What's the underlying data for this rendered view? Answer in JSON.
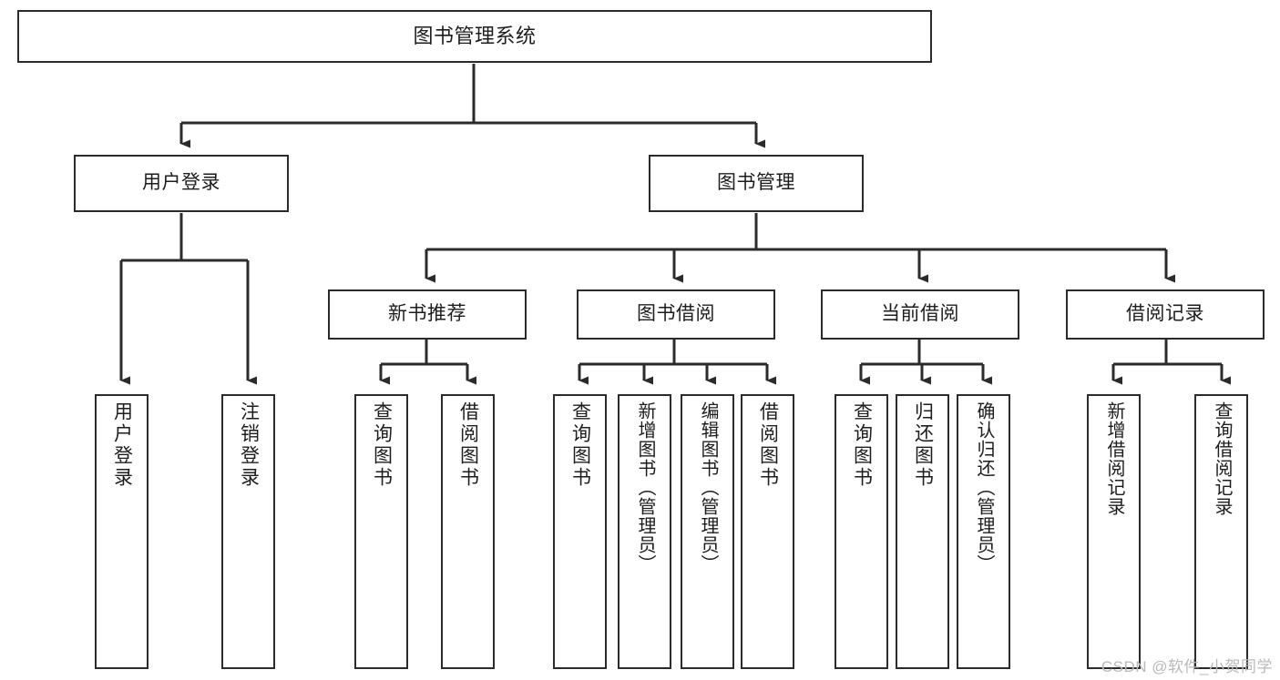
{
  "diagram": {
    "title": "图书管理系统",
    "type": "tree-hierarchy-chart",
    "colors": {
      "background": "#ffffff",
      "node_border": "#2b2b2b",
      "node_fill": "#ffffff",
      "text": "#1d1d1d",
      "connector": "#2b2b2b",
      "watermark": "#b9b9b9"
    },
    "root": {
      "label": "图书管理系统"
    },
    "level2": [
      {
        "id": "user-login",
        "label": "用户登录"
      },
      {
        "id": "book-manage",
        "label": "图书管理"
      }
    ],
    "level3": [
      {
        "id": "new-book-recommend",
        "label": "新书推荐"
      },
      {
        "id": "book-borrow",
        "label": "图书借阅"
      },
      {
        "id": "current-borrow",
        "label": "当前借阅"
      },
      {
        "id": "borrow-record",
        "label": "借阅记录"
      }
    ],
    "leaves": {
      "user_login": [
        {
          "id": "leaf-user-login",
          "label": "用户登录"
        },
        {
          "id": "leaf-logout-login",
          "label": "注销登录"
        }
      ],
      "new_book_recommend": [
        {
          "id": "leaf-query-book-1",
          "label": "查询图书"
        },
        {
          "id": "leaf-borrow-book-1",
          "label": "借阅图书"
        }
      ],
      "book_borrow": [
        {
          "id": "leaf-query-book-2",
          "label": "查询图书"
        },
        {
          "id": "leaf-add-book-admin",
          "label": "新增图书（管理员）"
        },
        {
          "id": "leaf-edit-book-admin",
          "label": "编辑图书（管理员）"
        },
        {
          "id": "leaf-borrow-book-2",
          "label": "借阅图书"
        }
      ],
      "current_borrow": [
        {
          "id": "leaf-query-book-3",
          "label": "查询图书"
        },
        {
          "id": "leaf-return-book",
          "label": "归还图书"
        },
        {
          "id": "leaf-confirm-return-admin",
          "label": "确认归还（管理员）"
        }
      ],
      "borrow_record": [
        {
          "id": "leaf-add-borrow-record",
          "label": "新增借阅记录"
        },
        {
          "id": "leaf-query-borrow-record",
          "label": "查询借阅记录"
        }
      ]
    },
    "watermark": "CSDN @软件_小贺同学"
  }
}
